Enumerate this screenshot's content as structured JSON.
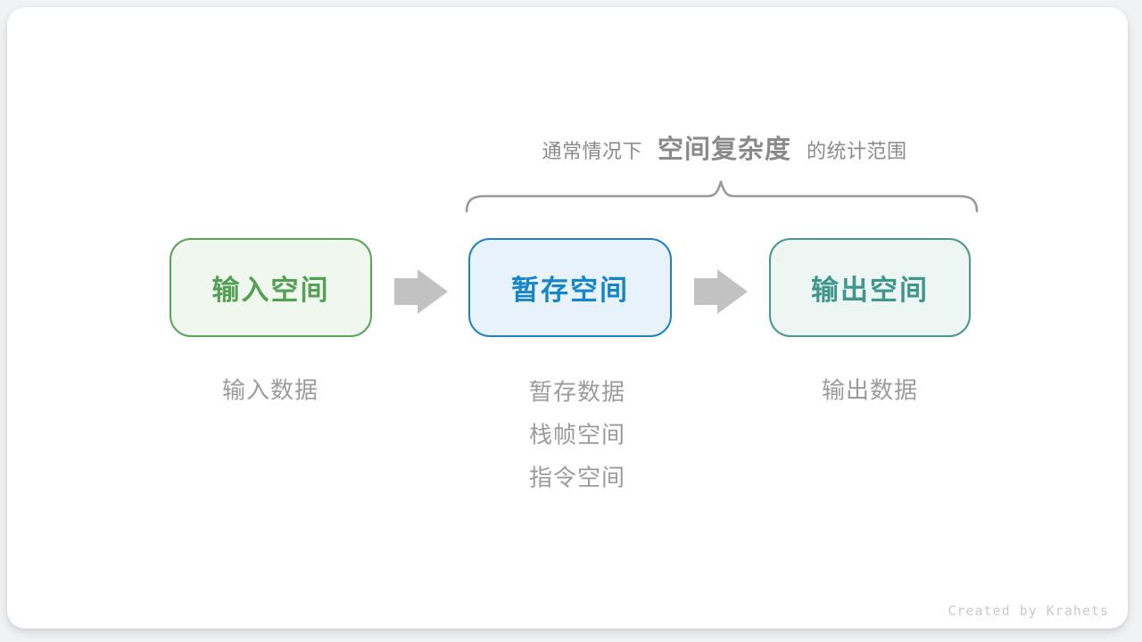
{
  "page": {
    "background_color": "#f1f2f3",
    "card_color": "#ffffff"
  },
  "annotation": {
    "prefix": "通常情况下",
    "highlight": "空间复杂度",
    "suffix": "的统计范围",
    "text_color": "#8a8a8a",
    "brace_color": "#999999"
  },
  "boxes": [
    {
      "label": "输入空间",
      "border_color": "#5ba35b",
      "fill_color": "#f0f7ee",
      "text_color": "#55a055"
    },
    {
      "label": "暂存空间",
      "border_color": "#1e82c6",
      "fill_color": "#e8f2fb",
      "text_color": "#1785ca"
    },
    {
      "label": "输出空间",
      "border_color": "#47998d",
      "fill_color": "#edf6f2",
      "text_color": "#3f968b"
    }
  ],
  "arrow": {
    "color": "#c2c2c2"
  },
  "labels": {
    "color": "#9b9b9b",
    "input": "输入数据",
    "temp": [
      "暂存数据",
      "栈帧空间",
      "指令空间"
    ],
    "output": "输出数据"
  },
  "footer": {
    "credit": "Created by Krahets",
    "color": "#c9c9c9"
  }
}
